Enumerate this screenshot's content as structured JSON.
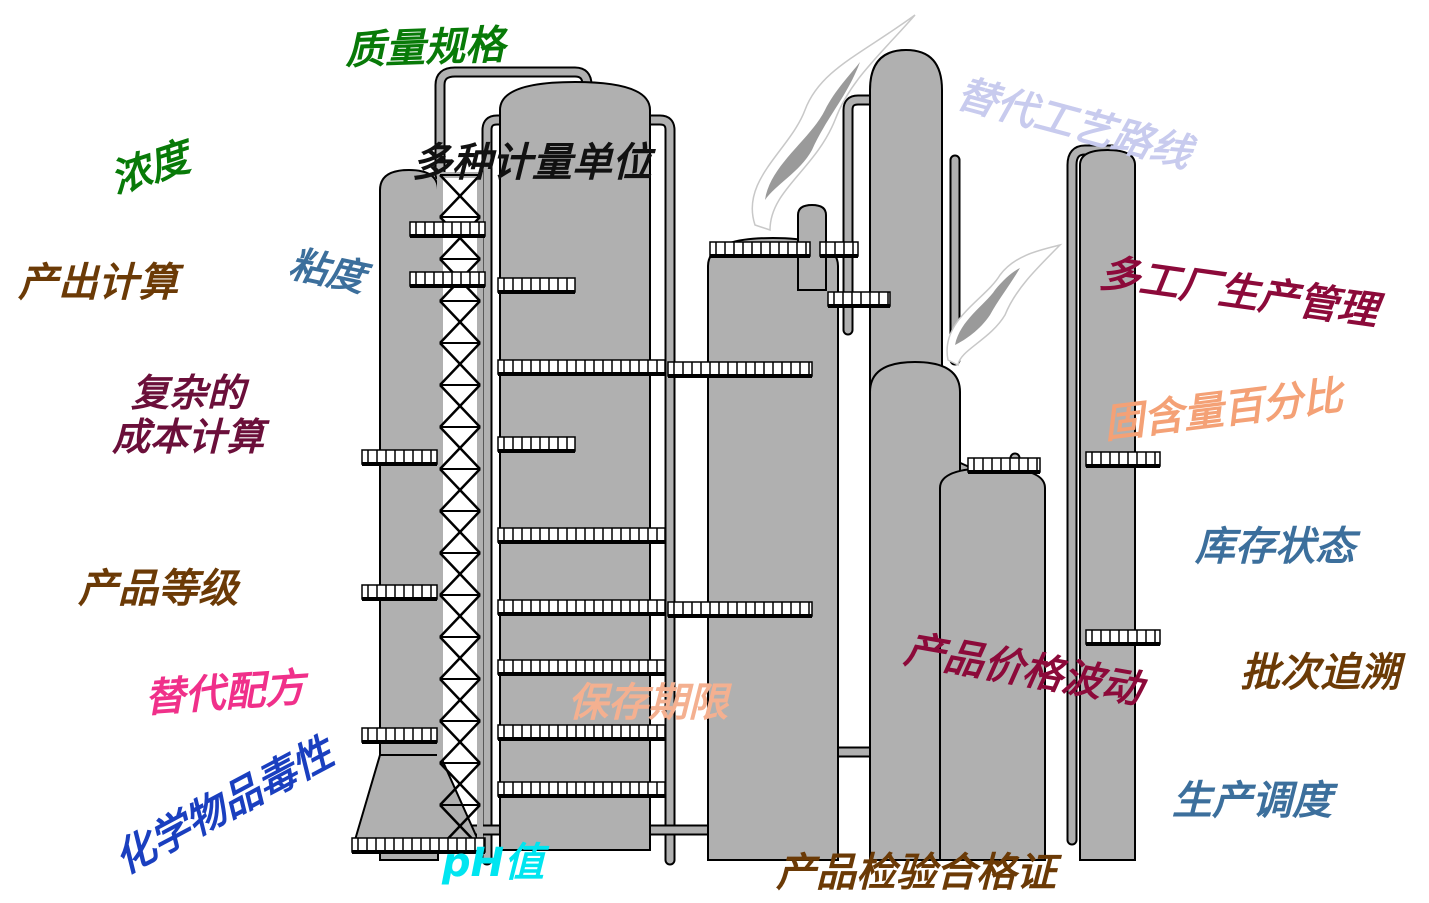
{
  "labels": {
    "zhiliang_guige": {
      "text": "质量规格",
      "color": "#087a08"
    },
    "nongdu": {
      "text": "浓度",
      "color": "#087a08"
    },
    "duozhong_jiliang": {
      "text": "多种计量单位",
      "color": "#111111"
    },
    "tidai_gongyi": {
      "text": "替代工艺路线",
      "color": "#c8cbee"
    },
    "niandu": {
      "text": "粘度",
      "color": "#3c6f9c"
    },
    "chanchu_jisuan": {
      "text": "产出计算",
      "color": "#6b3a06"
    },
    "duogongchang": {
      "text": "多工厂生产管理",
      "color": "#8c0a3a"
    },
    "fuza_chengben": {
      "text": "复杂的\n成本计算",
      "color": "#6b0f3a"
    },
    "guhanliang": {
      "text": "固含量百分比",
      "color": "#f4a176"
    },
    "kucun_zhuangtai": {
      "text": "库存状态",
      "color": "#3c6f9c"
    },
    "chanpin_dengji": {
      "text": "产品等级",
      "color": "#6b3a06"
    },
    "jiage_bodong": {
      "text": "产品价格波动",
      "color": "#8c0a3a"
    },
    "pici_zhuisu": {
      "text": "批次追溯",
      "color": "#6b3a06"
    },
    "tidai_peifang": {
      "text": "替代配方",
      "color": "#f0308a"
    },
    "baocun_qixian": {
      "text": "保存期限",
      "color": "#f4b090"
    },
    "huaxue_duxing": {
      "text": "化学物品毒性",
      "color": "#1a3fbf"
    },
    "shengchan_diaodu": {
      "text": "生产调度",
      "color": "#3c6f9c"
    },
    "ph_zhi": {
      "text": "pH值",
      "color": "#00e5f0"
    },
    "jianyan_hegezheng": {
      "text": "产品检验合格证",
      "color": "#6b3a06"
    }
  },
  "colors": {
    "tower_fill": "#b0b0b0",
    "outline": "#000000",
    "background": "#ffffff",
    "smoke": "#9a9a9a"
  }
}
